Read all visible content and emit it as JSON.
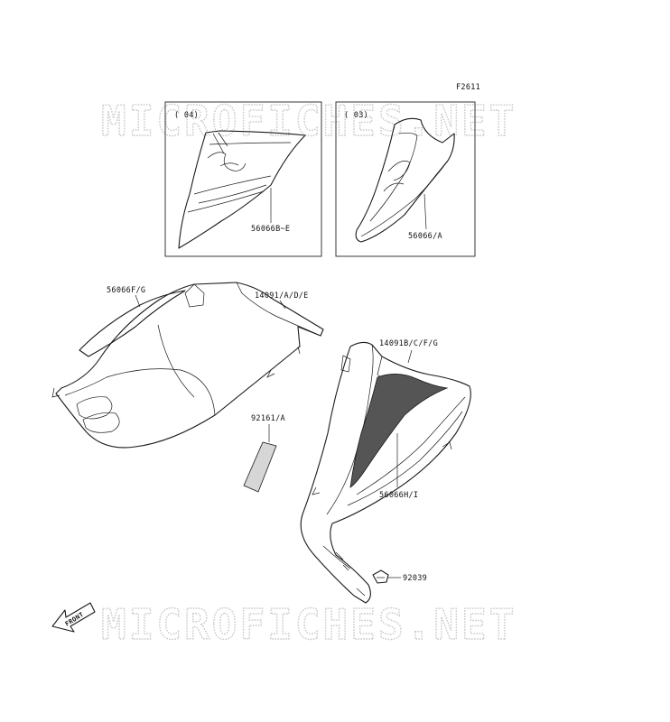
{
  "figure_code": "F2611",
  "watermark": "MICROFICHES.NET",
  "insets": {
    "left_year": "( 04)",
    "right_year": "( 03)"
  },
  "part_labels": {
    "inset_left_decal": "56066B~E",
    "inset_right_decal": "56066/A",
    "left_decal": "56066F/G",
    "left_cover": "14091/A/D/E",
    "right_cover": "14091B/C/F/G",
    "pad": "92161/A",
    "right_decal": "56066H/I",
    "clip": "92039"
  },
  "front_arrow_label": "FRONT"
}
